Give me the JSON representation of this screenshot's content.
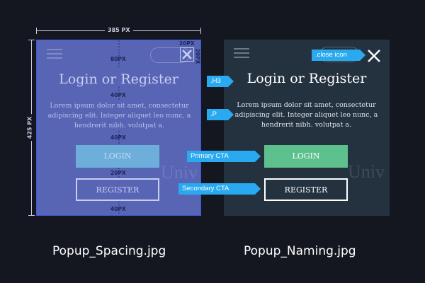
{
  "dimensions": {
    "width_label": "385 PX",
    "height_label": "425 PX"
  },
  "popup": {
    "title": "Login or Register",
    "body": "Lorem ipsum dolor sit amet, consectetur adipiscing elit. Integer aliquet leo nunc, a hendrerit nibh. volutpat a.",
    "login_label": "LOGIN",
    "register_label": "REGISTER",
    "watermark_text": "Univ"
  },
  "spacing_labels": {
    "top": "80PX",
    "title_to_body": "40PX",
    "body_to_login": "40PX",
    "login_to_register": "20PX",
    "bottom": "40PX",
    "close_right": "20PX",
    "close_top": "20PX"
  },
  "callouts": {
    "close_icon": ".close icon",
    "h3": ".H3",
    "p": ".P",
    "primary_cta": "Primary CTA",
    "secondary_cta": "Secondary CTA"
  },
  "captions": {
    "left": "Popup_Spacing.jpg",
    "right": "Popup_Naming.jpg"
  },
  "colors": {
    "page_background": "#14171f",
    "spacing_overlay": "#5865b4",
    "naming_background": "#243240",
    "primary_cta": "#5dc18d",
    "callout": "#29a9ef"
  },
  "icons": {
    "close": "close-icon",
    "menu": "hamburger-menu-icon"
  }
}
